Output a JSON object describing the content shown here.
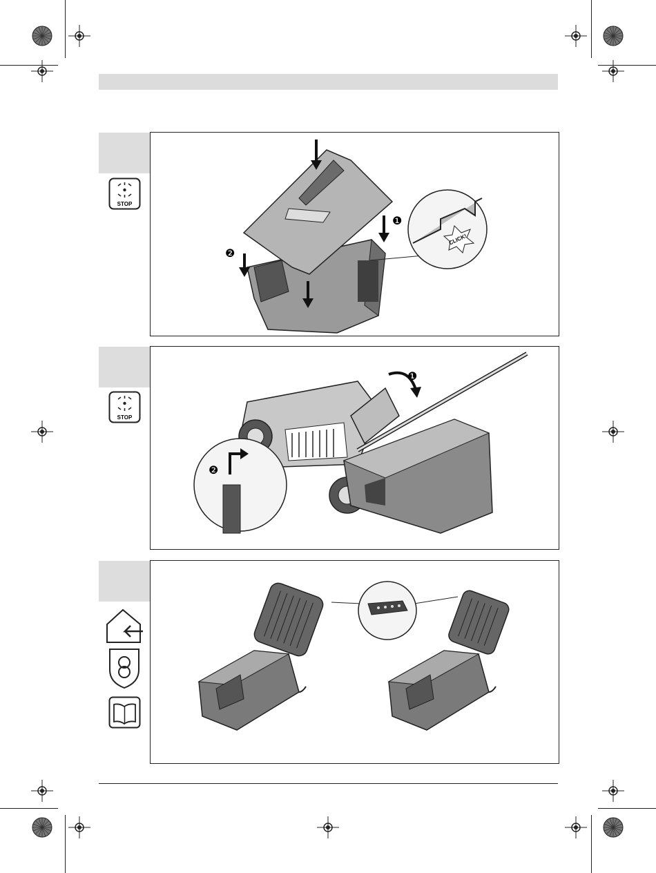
{
  "header": {
    "title": ""
  },
  "steps": [
    {
      "id": "step-1",
      "label": "",
      "icon": "stop-rotating-blades-icon",
      "icon_text": "STOP",
      "callouts": [
        "❶",
        "❷"
      ],
      "detail_text": "CLICK!"
    },
    {
      "id": "step-2",
      "label": "",
      "icon": "stop-rotating-blades-icon",
      "icon_text": "STOP",
      "callouts": [
        "❶",
        "❷"
      ]
    },
    {
      "id": "step-3",
      "label": "",
      "icons": [
        "indoor-use-icon",
        "safety-transformer-icon",
        "read-manual-icon"
      ]
    }
  ],
  "colors": {
    "tab_gray": "#dddddd",
    "header_gray": "#dcdcdc",
    "ink": "#222222",
    "product_gray": "#8a8a8a",
    "product_dark": "#555555"
  }
}
